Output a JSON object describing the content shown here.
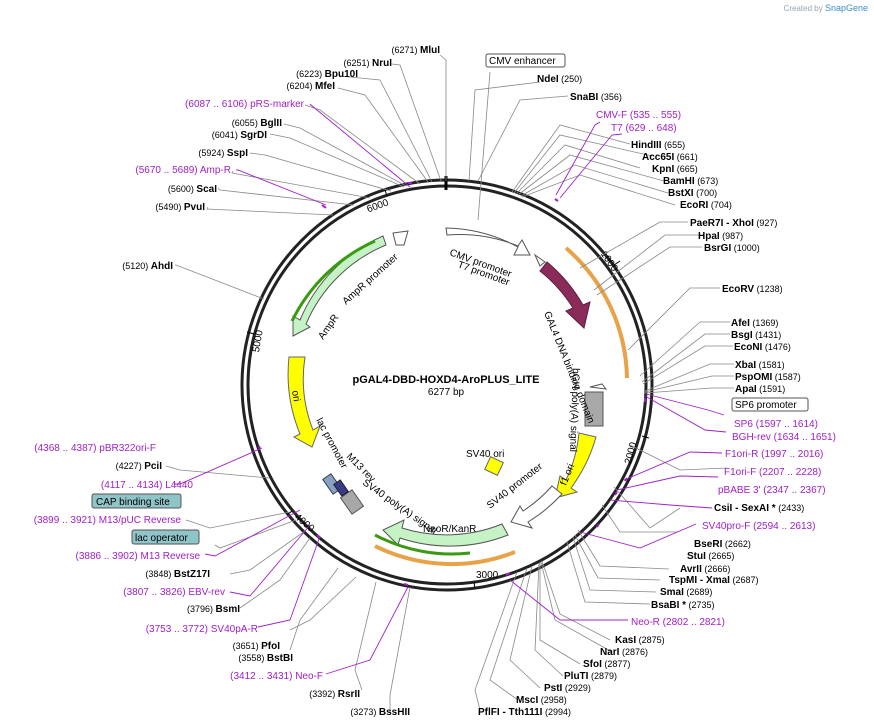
{
  "credit": {
    "prefix": "Created by",
    "brand": "SnapGene"
  },
  "title": "pGAL4-DBD-HOXD4-AroPLUS_LITE",
  "size_label": "6277 bp",
  "ticks": [
    "1000",
    "2000",
    "3000",
    "4000",
    "5000",
    "6000"
  ],
  "features": {
    "cmv_promoter": "CMV promoter",
    "t7_promoter": "T7 promoter",
    "gal4": "GAL4 DNA binding domain",
    "bgh": "bGH poly(A) signal",
    "f1ori": "f1 ori",
    "sv40prom": "SV40 promoter",
    "sv40ori": "SV40 ori",
    "neokan": "NeoR/KanR",
    "sv40pA": "SV40 poly(A) signal",
    "m13rev": "M13 rev",
    "lac_promoter": "lac promoter",
    "ori": "ori",
    "ampR": "AmpR",
    "ampR_promoter": "AmpR promoter"
  },
  "boxed": {
    "cmv_enhancer": "CMV enhancer",
    "sp6_promoter": "SP6 promoter",
    "cap_site": "CAP binding site",
    "lac_operator": "lac operator"
  },
  "labels": [
    {
      "id": "mlui",
      "pos": "(6271)",
      "name": "MluI",
      "kind": "enzyme"
    },
    {
      "id": "nrui",
      "pos": "(6251)",
      "name": "NruI",
      "kind": "enzyme"
    },
    {
      "id": "bpu10i",
      "pos": "(6223)",
      "name": "Bpu10I",
      "kind": "enzyme"
    },
    {
      "id": "mfei",
      "pos": "(6204)",
      "name": "MfeI",
      "kind": "enzyme"
    },
    {
      "id": "prs",
      "pos": "(6087 .. 6106)",
      "name": "pRS-marker",
      "kind": "primer"
    },
    {
      "id": "bglii",
      "pos": "(6055)",
      "name": "BglII",
      "kind": "enzyme"
    },
    {
      "id": "sgrdi",
      "pos": "(6041)",
      "name": "SgrDI",
      "kind": "enzyme"
    },
    {
      "id": "sspi",
      "pos": "(5924)",
      "name": "SspI",
      "kind": "enzyme"
    },
    {
      "id": "ampr_p",
      "pos": "(5670 .. 5689)",
      "name": "Amp-R",
      "kind": "primer"
    },
    {
      "id": "scai",
      "pos": "(5600)",
      "name": "ScaI",
      "kind": "enzyme"
    },
    {
      "id": "pvui",
      "pos": "(5490)",
      "name": "PvuI",
      "kind": "enzyme"
    },
    {
      "id": "ahdi",
      "pos": "(5120)",
      "name": "AhdI",
      "kind": "enzyme"
    },
    {
      "id": "ndei",
      "name": "NdeI",
      "pos": "(250)",
      "kind": "enzyme"
    },
    {
      "id": "snabi",
      "name": "SnaBI",
      "pos": "(356)",
      "kind": "enzyme"
    },
    {
      "id": "cmvf",
      "name": "CMV-F",
      "pos": "(535 .. 555)",
      "kind": "primer"
    },
    {
      "id": "t7",
      "name": "T7",
      "pos": "(629 .. 648)",
      "kind": "primer"
    },
    {
      "id": "hindiii",
      "name": "HindIII",
      "pos": "(655)",
      "kind": "enzyme"
    },
    {
      "id": "acc65i",
      "name": "Acc65I",
      "pos": "(661)",
      "kind": "enzyme"
    },
    {
      "id": "kpni",
      "name": "KpnI",
      "pos": "(665)",
      "kind": "enzyme"
    },
    {
      "id": "bamhi",
      "name": "BamHI",
      "pos": "(673)",
      "kind": "enzyme"
    },
    {
      "id": "bstxi",
      "name": "BstXI",
      "pos": "(700)",
      "kind": "enzyme"
    },
    {
      "id": "ecori",
      "name": "EcoRI",
      "pos": "(704)",
      "kind": "enzyme"
    },
    {
      "id": "paer7i",
      "name": "PaeR7I",
      "name2": "- XhoI",
      "pos": "(927)",
      "kind": "enzyme"
    },
    {
      "id": "hpai",
      "name": "HpaI",
      "pos": "(987)",
      "kind": "enzyme"
    },
    {
      "id": "bsrgi",
      "name": "BsrGI",
      "pos": "(1000)",
      "kind": "enzyme"
    },
    {
      "id": "ecorv",
      "name": "EcoRV",
      "pos": "(1238)",
      "kind": "enzyme"
    },
    {
      "id": "afei",
      "name": "AfeI",
      "pos": "(1369)",
      "kind": "enzyme"
    },
    {
      "id": "bsgi",
      "name": "BsgI",
      "pos": "(1431)",
      "kind": "enzyme"
    },
    {
      "id": "econi",
      "name": "EcoNI",
      "pos": "(1476)",
      "kind": "enzyme"
    },
    {
      "id": "xbai",
      "name": "XbaI",
      "pos": "(1581)",
      "kind": "enzyme"
    },
    {
      "id": "pspomi",
      "name": "PspOMI",
      "pos": "(1587)",
      "kind": "enzyme"
    },
    {
      "id": "apai",
      "name": "ApaI",
      "pos": "(1591)",
      "kind": "enzyme"
    },
    {
      "id": "sp6",
      "name": "SP6",
      "pos": "(1597 .. 1614)",
      "kind": "primer"
    },
    {
      "id": "bghrev",
      "name": "BGH-rev",
      "pos": "(1634 .. 1651)",
      "kind": "primer"
    },
    {
      "id": "f1orir",
      "name": "F1ori-R",
      "pos": "(1997 .. 2016)",
      "kind": "primer"
    },
    {
      "id": "f1orif",
      "name": "F1ori-F",
      "pos": "(2207 .. 2228)",
      "kind": "primer"
    },
    {
      "id": "pbabe",
      "name": "pBABE 3'",
      "pos": "(2347 .. 2367)",
      "kind": "primer"
    },
    {
      "id": "csii",
      "name": "CsiI",
      "name2": "- SexAI *",
      "pos": "(2433)",
      "kind": "enzyme"
    },
    {
      "id": "sv40prof",
      "name": "SV40pro-F",
      "pos": "(2594 .. 2613)",
      "kind": "primer"
    },
    {
      "id": "bseri",
      "name": "BseRI",
      "pos": "(2662)",
      "kind": "enzyme"
    },
    {
      "id": "stui",
      "name": "StuI",
      "pos": "(2665)",
      "kind": "enzyme"
    },
    {
      "id": "avrii",
      "name": "AvrII",
      "pos": "(2666)",
      "kind": "enzyme"
    },
    {
      "id": "tspmi",
      "name": "TspMI",
      "name2": "- XmaI",
      "pos": "(2687)",
      "kind": "enzyme"
    },
    {
      "id": "smai",
      "name": "SmaI",
      "pos": "(2689)",
      "kind": "enzyme"
    },
    {
      "id": "bsabi",
      "name": "BsaBI *",
      "pos": "(2735)",
      "kind": "enzyme"
    },
    {
      "id": "neor",
      "name": "Neo-R",
      "pos": "(2802 .. 2821)",
      "kind": "primer"
    },
    {
      "id": "kasi",
      "name": "KasI",
      "pos": "(2875)",
      "kind": "enzyme"
    },
    {
      "id": "nari",
      "name": "NarI",
      "pos": "(2876)",
      "kind": "enzyme"
    },
    {
      "id": "sfoi",
      "name": "SfoI",
      "pos": "(2877)",
      "kind": "enzyme"
    },
    {
      "id": "pluti",
      "name": "PluTI",
      "pos": "(2879)",
      "kind": "enzyme"
    },
    {
      "id": "psti",
      "name": "PstI",
      "pos": "(2929)",
      "kind": "enzyme"
    },
    {
      "id": "msci",
      "name": "MscI",
      "pos": "(2958)",
      "kind": "enzyme"
    },
    {
      "id": "pflfi",
      "name": "PflFI",
      "name2": "- Tth111I",
      "pos": "(2994)",
      "kind": "enzyme"
    },
    {
      "id": "bsshii",
      "pos": "(3273)",
      "name": "BssHII",
      "kind": "enzyme"
    },
    {
      "id": "rsrii",
      "pos": "(3392)",
      "name": "RsrII",
      "kind": "enzyme"
    },
    {
      "id": "neof",
      "pos": "(3412 .. 3431)",
      "name": "Neo-F",
      "kind": "primer"
    },
    {
      "id": "bstbi",
      "pos": "(3558)",
      "name": "BstBI",
      "kind": "enzyme"
    },
    {
      "id": "pfoi",
      "pos": "(3651)",
      "name": "PfoI",
      "kind": "enzyme"
    },
    {
      "id": "sv40par",
      "pos": "(3753 .. 3772)",
      "name": "SV40pA-R",
      "kind": "primer"
    },
    {
      "id": "bsmi",
      "pos": "(3796)",
      "name": "BsmI",
      "kind": "enzyme"
    },
    {
      "id": "ebvrev",
      "pos": "(3807 .. 3826)",
      "name": "EBV-rev",
      "kind": "primer"
    },
    {
      "id": "bstz17i",
      "pos": "(3848)",
      "name": "BstZ17I",
      "kind": "enzyme"
    },
    {
      "id": "m13r",
      "pos": "(3886 .. 3902)",
      "name": "M13 Reverse",
      "kind": "primer"
    },
    {
      "id": "m13puc",
      "pos": "(3899 .. 3921)",
      "name": "M13/pUC Reverse",
      "kind": "primer"
    },
    {
      "id": "l4440",
      "pos": "(4117 .. 4134)",
      "name": "L4440",
      "kind": "primer"
    },
    {
      "id": "pcii",
      "pos": "(4227)",
      "name": "PciI",
      "kind": "enzyme"
    },
    {
      "id": "pbr322",
      "pos": "(4368 .. 4387)",
      "name": "pBR322ori-F",
      "kind": "primer"
    }
  ]
}
